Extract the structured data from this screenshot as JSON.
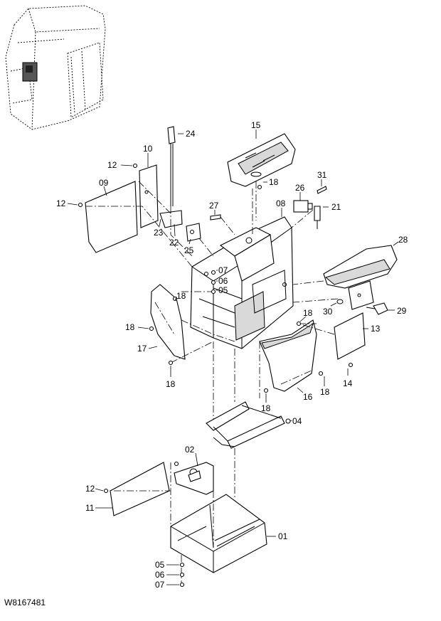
{
  "drawing_number": "W8167481",
  "part_labels": [
    "01",
    "02",
    "04",
    "05",
    "06",
    "07",
    "08",
    "09",
    "10",
    "11",
    "12",
    "13",
    "14",
    "15",
    "16",
    "17",
    "18",
    "21",
    "22",
    "23",
    "24",
    "25",
    "26",
    "27",
    "28",
    "29",
    "30",
    "31"
  ]
}
